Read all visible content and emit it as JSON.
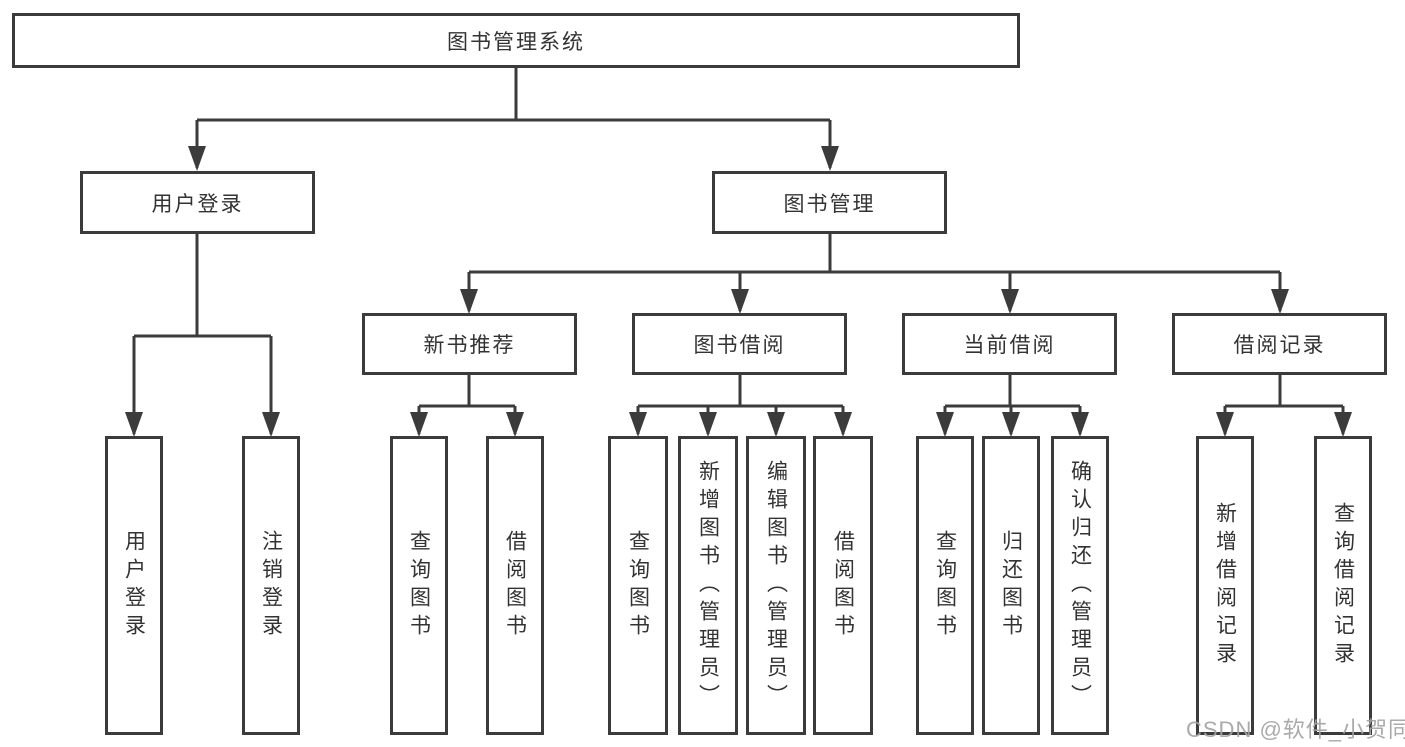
{
  "diagram": {
    "root_label": "图书管理系统",
    "branches": [
      {
        "label": "用户登录",
        "children": [
          "用户登录",
          "注销登录"
        ]
      },
      {
        "label": "图书管理",
        "groups": [
          {
            "label": "新书推荐",
            "children": [
              "查询图书",
              "借阅图书"
            ]
          },
          {
            "label": "图书借阅",
            "children": [
              "查询图书",
              "新增图书（管理员）",
              "编辑图书（管理员）",
              "借阅图书"
            ]
          },
          {
            "label": "当前借阅",
            "children": [
              "查询图书",
              "归还图书",
              "确认归还（管理员）"
            ]
          },
          {
            "label": "借阅记录",
            "children": [
              "新增借阅记录",
              "查询借阅记录"
            ]
          }
        ]
      }
    ]
  },
  "watermark": "CSDN @软件_小贺同学",
  "colors": {
    "line": "#3b3b3b",
    "box_fill": "#ffffff",
    "text": "#333333",
    "watermark": "#a3a3a3"
  }
}
